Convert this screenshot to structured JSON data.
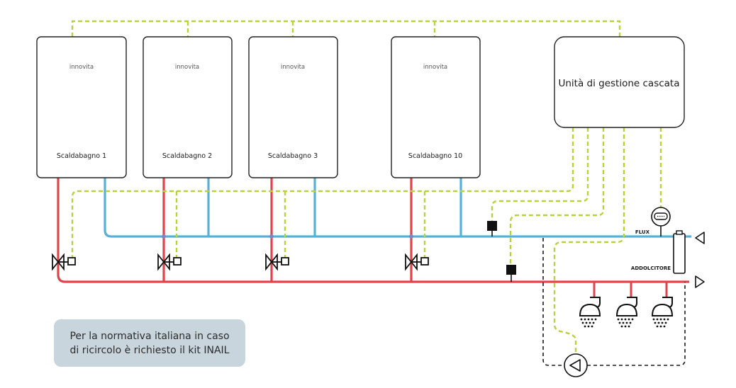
{
  "heaters": [
    {
      "brand": "innovita",
      "name": "Scaldabagno 1"
    },
    {
      "brand": "innovita",
      "name": "Scaldabagno 2"
    },
    {
      "brand": "innovita",
      "name": "Scaldabagno 3"
    },
    {
      "brand": "innovita",
      "name": "Scaldabagno 10"
    }
  ],
  "control_unit": {
    "label": "Unità di gestione cascata"
  },
  "labels": {
    "flux": "FLUX",
    "softener": "ADDOLCITORE"
  },
  "note": {
    "line1": "Per la normativa italiana in caso",
    "line2": "di ricircolo è richiesto il kit INAIL"
  },
  "colors": {
    "hot_pipe": "#e0434a",
    "cold_pipe": "#58b0d8",
    "signal": "#b7d23c",
    "note_bg": "#c9d5dc"
  }
}
